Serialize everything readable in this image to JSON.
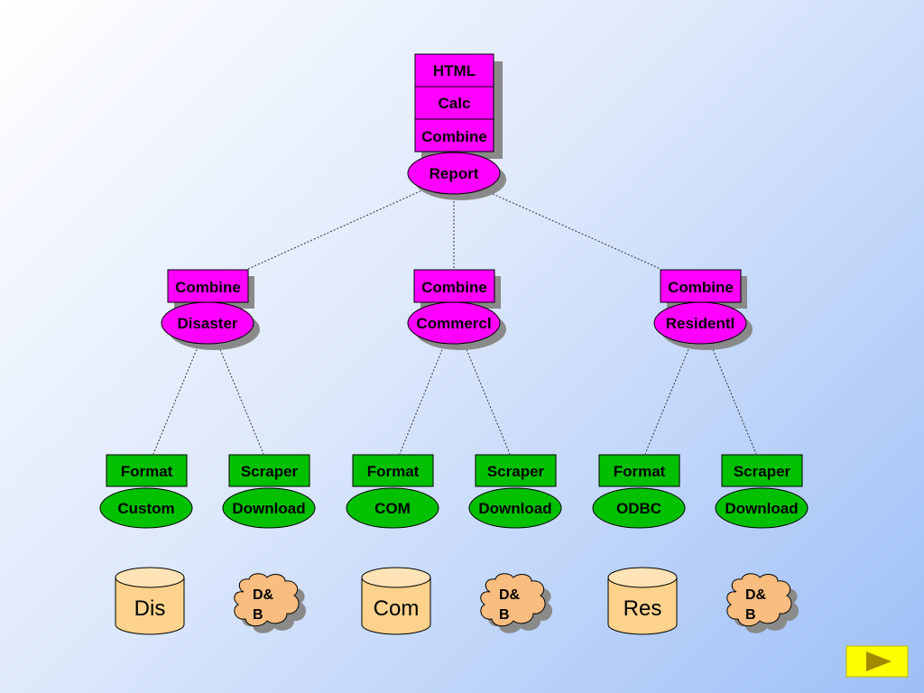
{
  "colors": {
    "magenta": "#ff00ff",
    "green": "#00c000",
    "cylinder_fill": "#fcd28c",
    "cloud_fill": "#f9bd7f",
    "shadow": "#8a8a8a",
    "next_button": "#ffff00"
  },
  "top_node": {
    "stack": [
      "HTML",
      "Calc",
      "Combine"
    ],
    "ellipse": "Report"
  },
  "mid_nodes": [
    {
      "box": "Combine",
      "ellipse": "Disaster"
    },
    {
      "box": "Combine",
      "ellipse": "Commercl"
    },
    {
      "box": "Combine",
      "ellipse": "Residentl"
    }
  ],
  "leaf_nodes": [
    {
      "box": "Format",
      "ellipse": "Custom"
    },
    {
      "box": "Scraper",
      "ellipse": "Download"
    },
    {
      "box": "Format",
      "ellipse": "COM"
    },
    {
      "box": "Scraper",
      "ellipse": "Download"
    },
    {
      "box": "Format",
      "ellipse": "ODBC"
    },
    {
      "box": "Scraper",
      "ellipse": "Download"
    }
  ],
  "sources": [
    {
      "kind": "cylinder",
      "label": "Dis"
    },
    {
      "kind": "cloud",
      "label_line1": "D&",
      "label_line2": "B"
    },
    {
      "kind": "cylinder",
      "label": "Com"
    },
    {
      "kind": "cloud",
      "label_line1": "D&",
      "label_line2": "B"
    },
    {
      "kind": "cylinder",
      "label": "Res"
    },
    {
      "kind": "cloud",
      "label_line1": "D&",
      "label_line2": "B"
    }
  ],
  "next_button": {
    "icon": "play-arrow-icon"
  }
}
